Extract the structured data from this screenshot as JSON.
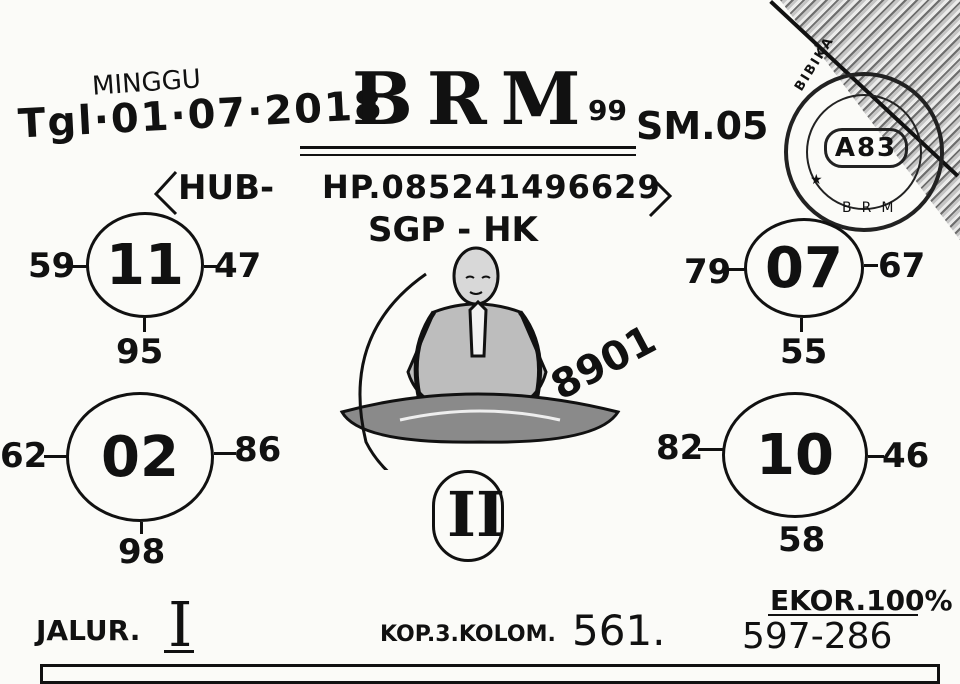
{
  "header": {
    "date": "Tgl·01·07·2018",
    "day": "MINGGU",
    "title": "BRM",
    "title_sup": "99",
    "session": "SM.05",
    "hub": "HUB-",
    "phone": "HP.085241496629",
    "market": "SGP - HK"
  },
  "stamp": {
    "top_text": "BIBIKA",
    "box_text": "A83",
    "bottom_text": "BRM"
  },
  "left_top": {
    "center": "11",
    "left": "59",
    "right": "47",
    "bottom": "95"
  },
  "left_bottom": {
    "center": "02",
    "left": "62",
    "right": "86",
    "bottom": "98"
  },
  "right_top": {
    "center": "07",
    "left": "79",
    "right": "67",
    "bottom": "55"
  },
  "right_bottom": {
    "center": "10",
    "left": "82",
    "right": "46",
    "bottom": "58"
  },
  "figure": {
    "number": "8901",
    "roman": "II"
  },
  "footer": {
    "jalur_label": "JALUR.",
    "jalur_value": "I",
    "kop_label": "KOP.3.KOLOM.",
    "kop_value": "561.",
    "ekor_label": "EKOR.100%",
    "ekor_value": "597-286"
  }
}
